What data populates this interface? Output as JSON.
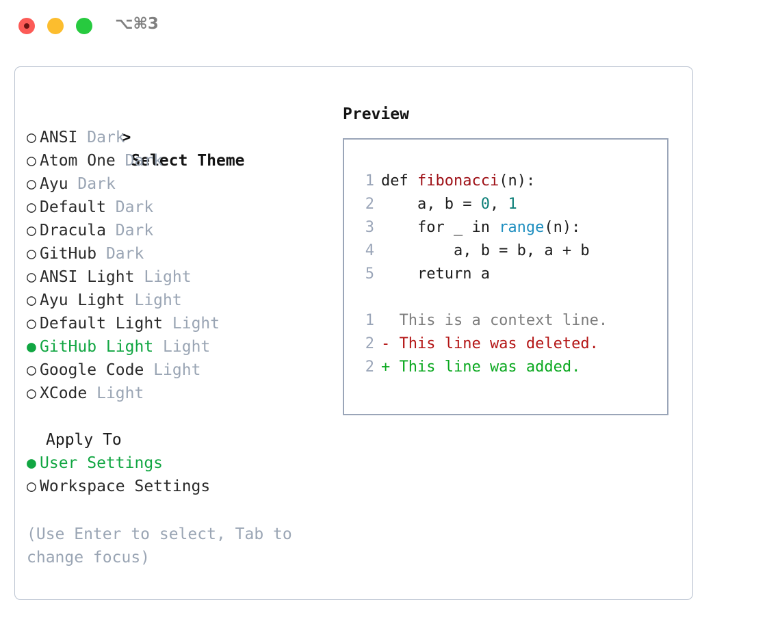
{
  "titlebar": {
    "shortcut": "⌥⌘3",
    "lights": [
      "close",
      "minimize",
      "zoom"
    ]
  },
  "left": {
    "header": "> Select Theme",
    "header_caret": ">",
    "header_label": "Select Theme",
    "markers": {
      "unselected": "○",
      "selected": "●"
    },
    "themes": [
      {
        "name": "ANSI",
        "tag": "Dark",
        "selected": false
      },
      {
        "name": "Atom One",
        "tag": "Dark",
        "selected": false
      },
      {
        "name": "Ayu",
        "tag": "Dark",
        "selected": false
      },
      {
        "name": "Default",
        "tag": "Dark",
        "selected": false
      },
      {
        "name": "Dracula",
        "tag": "Dark",
        "selected": false
      },
      {
        "name": "GitHub",
        "tag": "Dark",
        "selected": false
      },
      {
        "name": "ANSI Light",
        "tag": "Light",
        "selected": false
      },
      {
        "name": "Ayu Light",
        "tag": "Light",
        "selected": false
      },
      {
        "name": "Default Light",
        "tag": "Light",
        "selected": false
      },
      {
        "name": "GitHub Light",
        "tag": "Light",
        "selected": true
      },
      {
        "name": "Google Code",
        "tag": "Light",
        "selected": false
      },
      {
        "name": "XCode",
        "tag": "Light",
        "selected": false
      }
    ],
    "apply": {
      "title": "Apply To",
      "options": [
        {
          "label": "User Settings",
          "selected": true
        },
        {
          "label": "Workspace Settings",
          "selected": false
        }
      ]
    },
    "hint": "(Use Enter to select, Tab to change focus)"
  },
  "right": {
    "title": "Preview",
    "code_lines": [
      {
        "num": "1",
        "tokens": [
          {
            "t": "def ",
            "c": "plain"
          },
          {
            "t": "fibonacci",
            "c": "fn"
          },
          {
            "t": "(n):",
            "c": "plain"
          }
        ]
      },
      {
        "num": "2",
        "tokens": [
          {
            "t": "    a, b = ",
            "c": "plain"
          },
          {
            "t": "0",
            "c": "num"
          },
          {
            "t": ", ",
            "c": "plain"
          },
          {
            "t": "1",
            "c": "num"
          }
        ]
      },
      {
        "num": "3",
        "tokens": [
          {
            "t": "    for _ in ",
            "c": "plain"
          },
          {
            "t": "range",
            "c": "call"
          },
          {
            "t": "(n):",
            "c": "plain"
          }
        ]
      },
      {
        "num": "4",
        "tokens": [
          {
            "t": "        a, b = b, a + b",
            "c": "plain"
          }
        ]
      },
      {
        "num": "5",
        "tokens": [
          {
            "t": "    return a",
            "c": "plain"
          }
        ]
      }
    ],
    "diff_lines": [
      {
        "num": "1",
        "tokens": [
          {
            "t": "  This is a context line.",
            "c": "ctx"
          }
        ]
      },
      {
        "num": "2",
        "tokens": [
          {
            "t": "- This line was deleted.",
            "c": "del"
          }
        ]
      },
      {
        "num": "2",
        "tokens": [
          {
            "t": "+ This line was added.",
            "c": "add"
          }
        ]
      }
    ]
  },
  "colors": {
    "accent_green": "#11a642",
    "muted": "#9aa5b4",
    "border": "#b9c2d0",
    "preview_border": "#9aa5b8",
    "fn_red": "#9e1016",
    "num_teal": "#0d7f78",
    "call_blue": "#1f8fc0",
    "diff_del": "#b41616",
    "diff_add": "#0aa81f"
  }
}
